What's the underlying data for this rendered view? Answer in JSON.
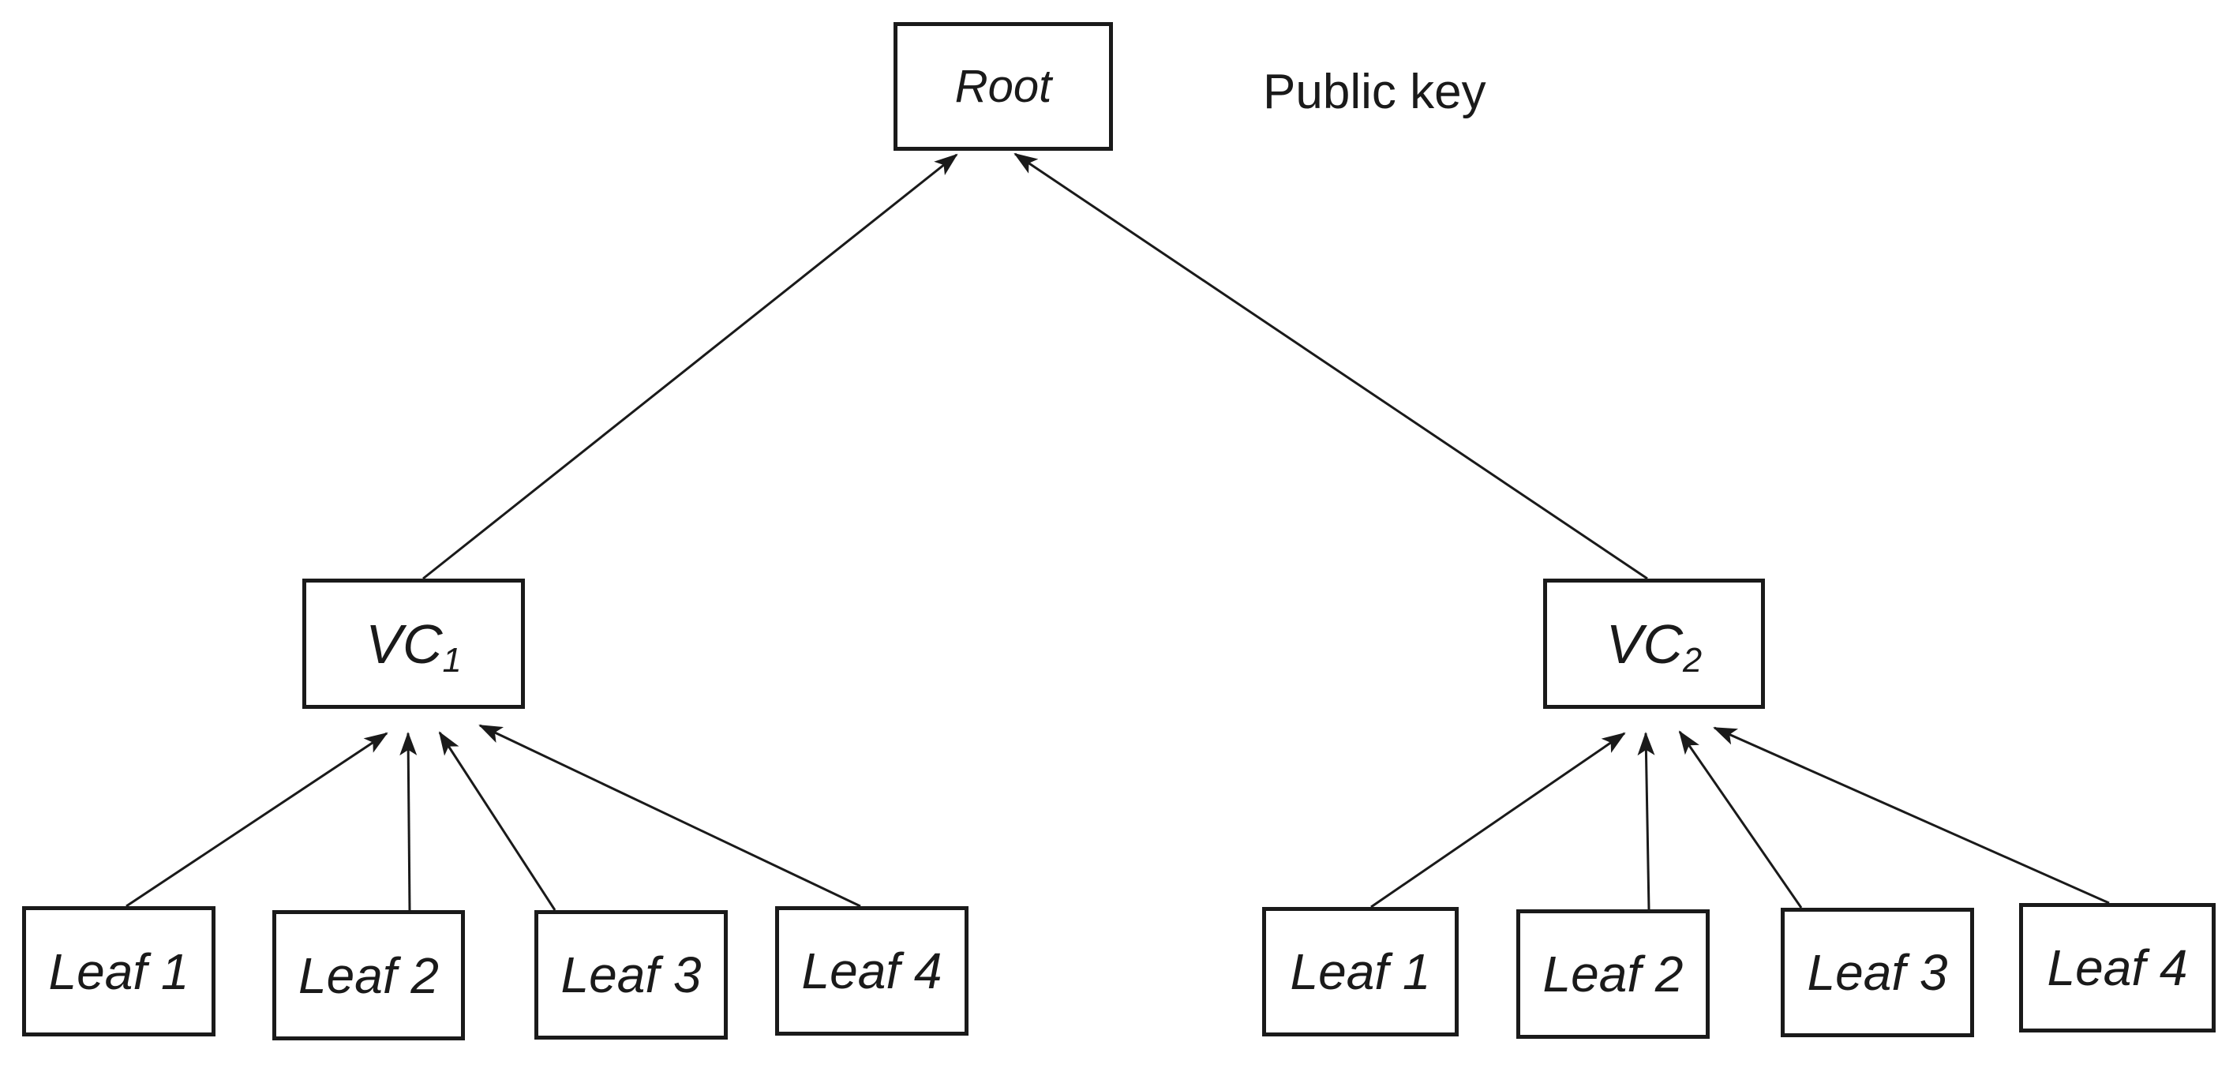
{
  "figure": {
    "annotation": "Public key",
    "root": {
      "label": "Root"
    },
    "vcs": [
      {
        "base": "VC",
        "sub": "1"
      },
      {
        "base": "VC",
        "sub": "2"
      }
    ],
    "left_leaves": [
      "Leaf 1",
      "Leaf 2",
      "Leaf 3",
      "Leaf 4"
    ],
    "right_leaves": [
      "Leaf 1",
      "Leaf 2",
      "Leaf 3",
      "Leaf 4"
    ],
    "colors": {
      "ink": "#1a1a1a",
      "box_fill": "#ffffff",
      "background": "#ffffff"
    }
  }
}
